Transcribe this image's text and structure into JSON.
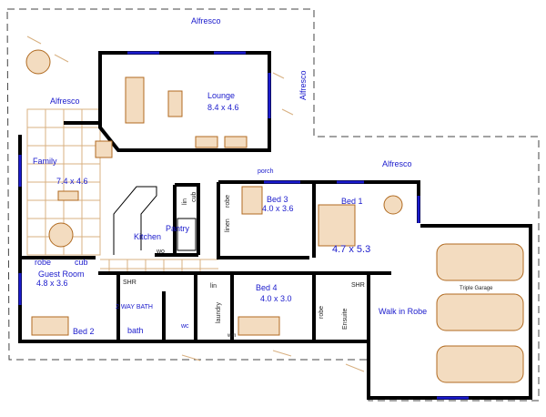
{
  "plan": {
    "alfresco_top": "Alfresco",
    "alfresco_left": "Alfresco",
    "alfresco_right": "Alfresco",
    "alfresco_mid": "Alfresco",
    "lounge": {
      "name": "Lounge",
      "size": "8.4 x 4.6"
    },
    "family": {
      "name": "Family",
      "size": "7.4 x 4.6"
    },
    "porch": "porch",
    "kitchen": "Kitchen",
    "pantry": "Pantry",
    "kitchen_lin": "lin",
    "kitchen_cub": "cub",
    "kitchen_wo": "wo",
    "bed3": {
      "name": "Bed 3",
      "size": "4.0 x 3.6",
      "robe": "robe",
      "linen": "linen"
    },
    "bed1": {
      "name": "Bed 1",
      "size": "4.7 x 5.3"
    },
    "guest": {
      "name": "Guest Room",
      "size": "4.8 x 3.6",
      "robe": "robe",
      "cub": "cub"
    },
    "bath": {
      "shr": "SHR",
      "two_way": "2 WAY BATH",
      "bath": "bath",
      "wc": "wc"
    },
    "laundry": {
      "name": "laundry",
      "lin": "lin",
      "wm": "wm"
    },
    "bed4": {
      "name": "Bed 4",
      "size": "4.0 x 3.0",
      "robe": "robe"
    },
    "ensuite": {
      "name": "Ensuite",
      "shr": "SHR"
    },
    "walk_in_robe": "Walk in Robe",
    "garage": "Triple Garage",
    "bed2": "Bed 2"
  }
}
